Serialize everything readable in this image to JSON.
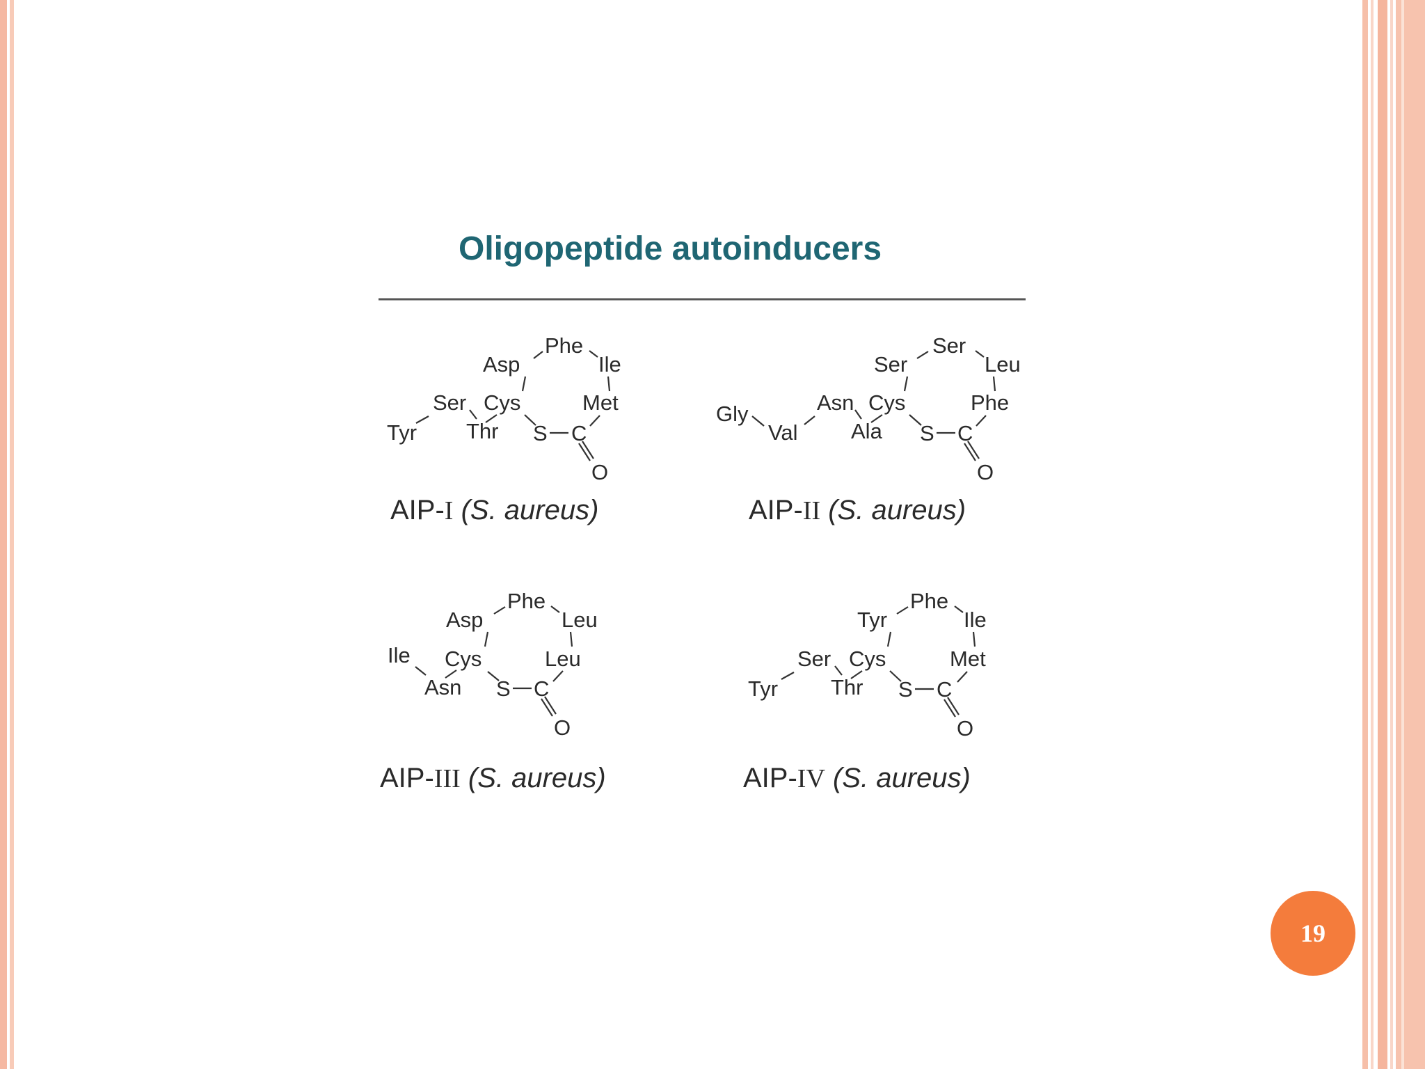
{
  "slide": {
    "page_number": "19"
  },
  "figure": {
    "title": "Oligopeptide autoinducers",
    "structures": [
      {
        "caption_prefix": "AIP-",
        "caption_numeral": "I",
        "caption_species": " (S. aureus)",
        "residues": {
          "phe": "Phe",
          "asp": "Asp",
          "ile": "Ile",
          "ser": "Ser",
          "cys": "Cys",
          "met": "Met",
          "tyr": "Tyr",
          "thr": "Thr",
          "s": "S",
          "c": "C",
          "o": "O"
        }
      },
      {
        "caption_prefix": "AIP-",
        "caption_numeral": "II",
        "caption_species": " (S. aureus)",
        "residues": {
          "ser_top": "Ser",
          "ser": "Ser",
          "leu": "Leu",
          "asn": "Asn",
          "cys": "Cys",
          "phe": "Phe",
          "gly": "Gly",
          "val": "Val",
          "ala": "Ala",
          "s": "S",
          "c": "C",
          "o": "O"
        }
      },
      {
        "caption_prefix": "AIP-",
        "caption_numeral": "III",
        "caption_species": " (S. aureus)",
        "residues": {
          "phe": "Phe",
          "asp": "Asp",
          "leu_top": "Leu",
          "ile": "Ile",
          "cys": "Cys",
          "leu": "Leu",
          "asn": "Asn",
          "s": "S",
          "c": "C",
          "o": "O"
        }
      },
      {
        "caption_prefix": "AIP-",
        "caption_numeral": "IV",
        "caption_species": " (S. aureus)",
        "residues": {
          "phe": "Phe",
          "tyr_top": "Tyr",
          "ile": "Ile",
          "ser": "Ser",
          "cys": "Cys",
          "met": "Met",
          "tyr": "Tyr",
          "thr": "Thr",
          "s": "S",
          "c": "C",
          "o": "O"
        }
      }
    ]
  }
}
